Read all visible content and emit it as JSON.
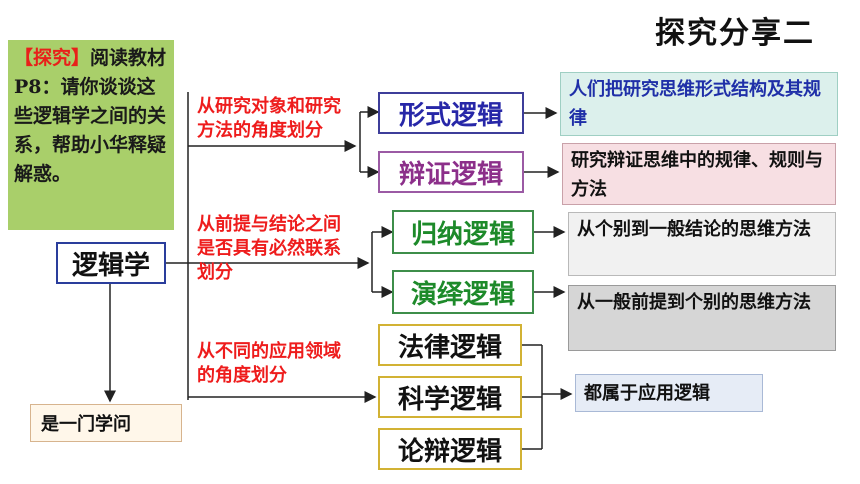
{
  "title": "探究分享二",
  "explore": {
    "tag": "【探究】",
    "text": "阅读教材P8：请你谈谈这些逻辑学之间的关系，帮助小华释疑解惑。"
  },
  "root": "逻辑学",
  "bottom": "是一门学问",
  "criteria": [
    "从研究对象和研究方法的角度划分",
    "从前提与结论之间是否具有必然联系划分",
    "从不同的应用领域的角度划分"
  ],
  "branches": {
    "formal": {
      "label": "形式逻辑",
      "desc": "人们把研究思维形式结构及其规律"
    },
    "dialectic": {
      "label": "辩证逻辑",
      "desc": "研究辩证思维中的规律、规则与方法"
    },
    "induction": {
      "label": "归纳逻辑",
      "desc": "从个别到一般结论的思维方法"
    },
    "deduction": {
      "label": "演绎逻辑",
      "desc": "从一般前提到个别的思维方法"
    },
    "law": {
      "label": "法律逻辑"
    },
    "science": {
      "label": "科学逻辑"
    },
    "debate": {
      "label": "论辩逻辑"
    }
  },
  "applied_desc": "都属于应用逻辑"
}
